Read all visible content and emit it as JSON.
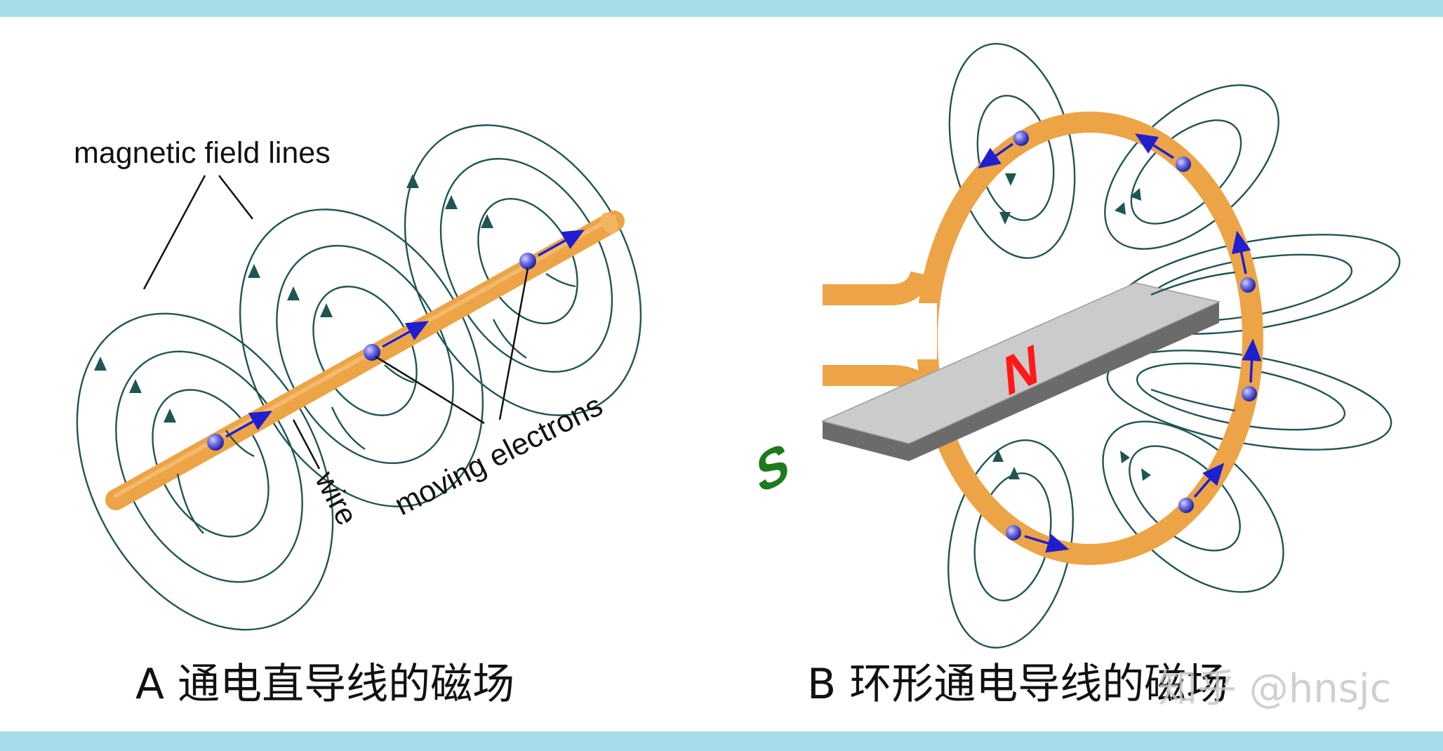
{
  "labels": {
    "magnetic_field_lines": "magnetic field lines",
    "wire": "wire",
    "moving_electrons": "moving electrons"
  },
  "captions": {
    "a": "A 通电直导线的磁场",
    "b": "B 环形通电导线的磁场"
  },
  "magnet": {
    "north": "N",
    "south": "S"
  },
  "watermark": "知乎 @hnsjc",
  "colors": {
    "band": "#a6dcea",
    "wire": "#eca447",
    "field_line": "#1f5552",
    "electron": "#5b5bdc",
    "arrow": "#1f1fd0",
    "magnet_top": "#c8c8c8",
    "magnet_side": "#6b6b6b",
    "north": "#ff1a1a",
    "south": "#1d7a1d"
  }
}
